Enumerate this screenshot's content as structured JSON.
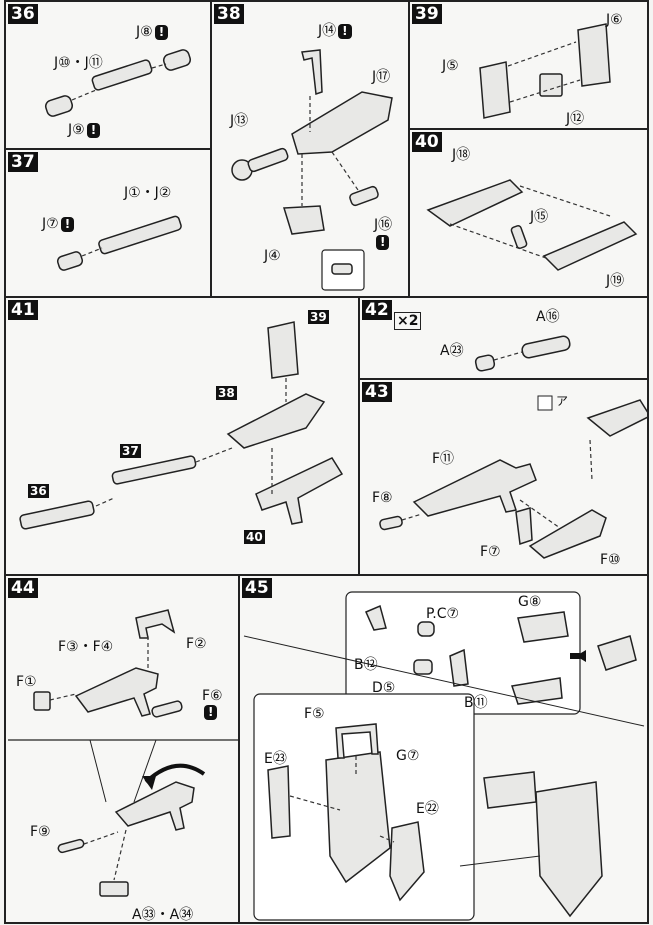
{
  "steps": {
    "s36": {
      "number": "36",
      "label_top": "J⑧",
      "label_mid": "J⑩・J⑪",
      "label_bottom": "J⑨",
      "warn": "!"
    },
    "s37": {
      "number": "37",
      "label_main": "J①・J②",
      "label_side": "J⑦",
      "warn": "!"
    },
    "s38": {
      "number": "38",
      "j14": "J⑭",
      "j17": "J⑰",
      "j13": "J⑬",
      "j4": "J④",
      "j16": "J⑯",
      "warn": "!"
    },
    "s39": {
      "number": "39",
      "j6": "J⑥",
      "j5": "J⑤",
      "j12": "J⑫"
    },
    "s40": {
      "number": "40",
      "j18": "J⑱",
      "j15": "J⑮",
      "j19": "J⑲"
    },
    "s41": {
      "number": "41",
      "ref39": "39",
      "ref38": "38",
      "ref37": "37",
      "ref36": "36",
      "ref40": "40"
    },
    "s42": {
      "number": "42",
      "multiplier": "×2",
      "a16": "A⑯",
      "a23": "A㉓"
    },
    "s43": {
      "number": "43",
      "f11": "F⑪",
      "f8": "F⑧",
      "f7": "F⑦",
      "f10": "F⑩",
      "sticker": "ア"
    },
    "s44": {
      "number": "44",
      "f34": "F③・F④",
      "f2": "F②",
      "f1": "F①",
      "f6": "F⑥",
      "f9": "F⑨",
      "a3334": "A㉝・A㉞",
      "warn": "!"
    },
    "s45": {
      "number": "45",
      "pc": "P.C⑦",
      "g8": "G⑧",
      "b12": "B⑫",
      "d5": "D⑤",
      "b11": "B⑪",
      "f5": "F⑤",
      "e23": "E㉓",
      "g7": "G⑦",
      "e22": "E㉒"
    }
  }
}
